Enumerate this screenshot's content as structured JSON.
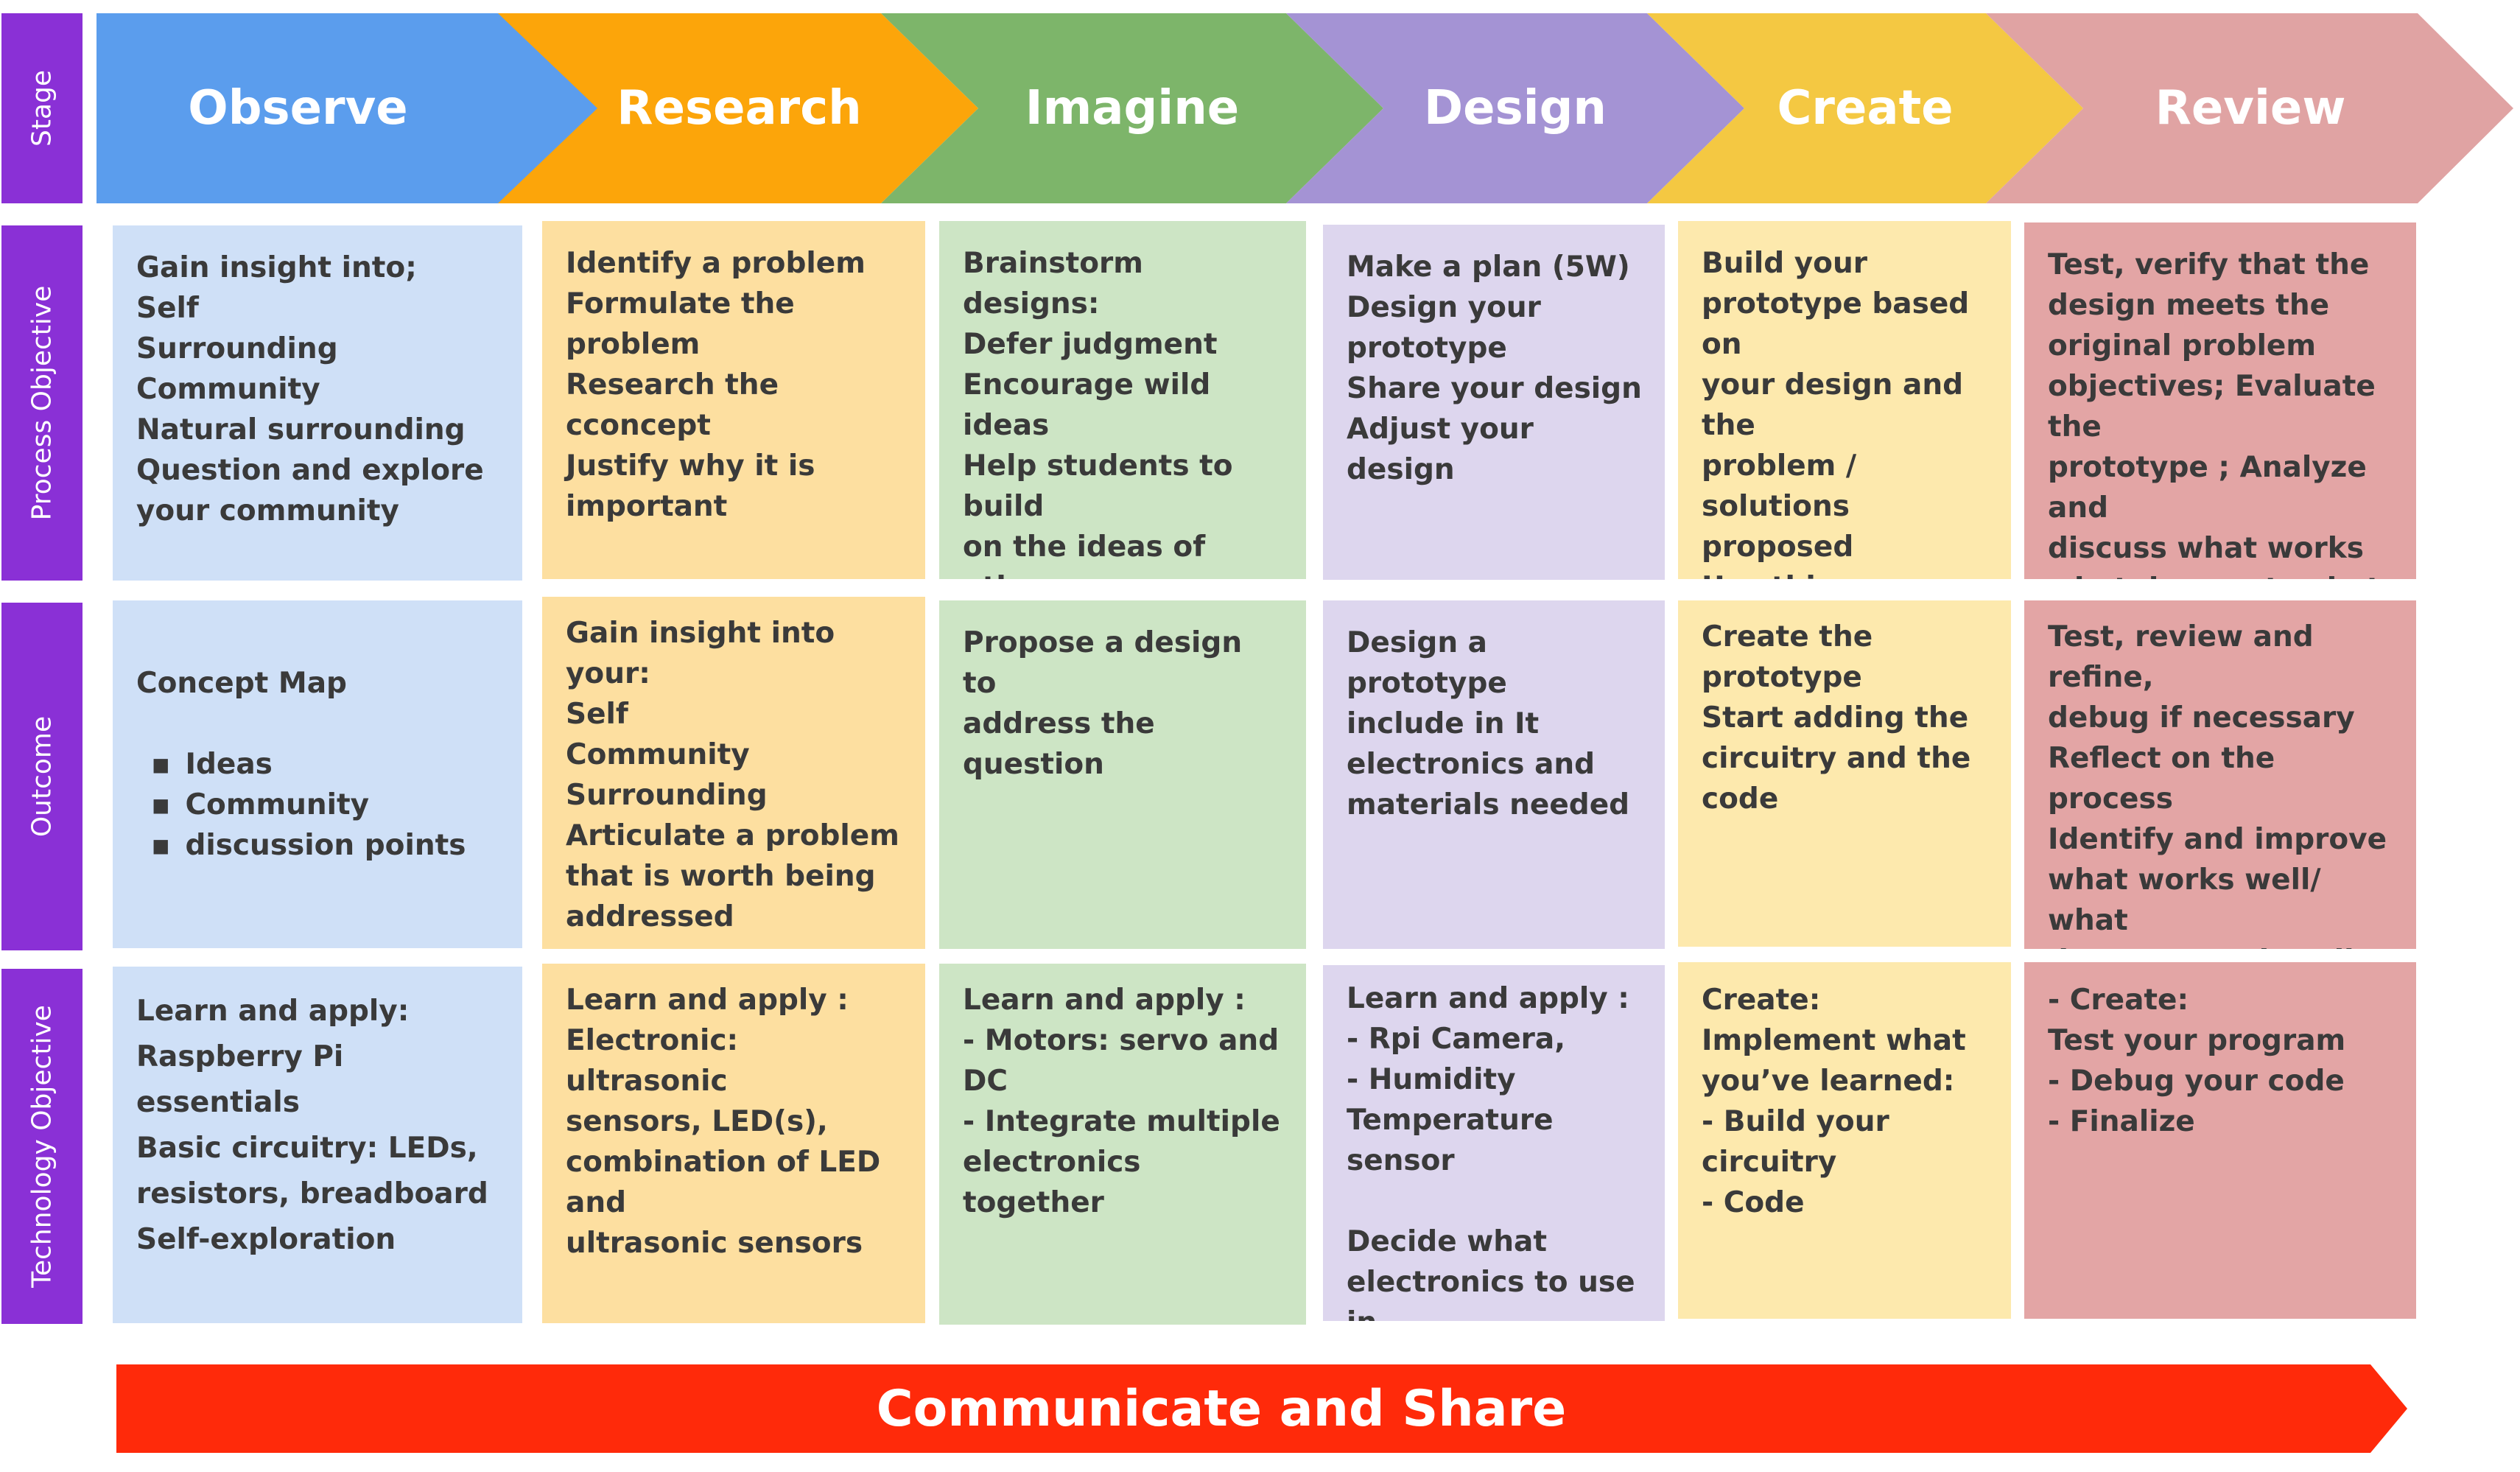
{
  "row_labels": [
    "Stage",
    "Process Objective",
    "Outcome",
    "Technology Objective"
  ],
  "stages": [
    "Observe",
    "Research",
    "Imagine",
    "Design",
    "Create",
    "Review"
  ],
  "colors": {
    "label_bg": "#8a30d6",
    "arrows": [
      "#5b9ded",
      "#fca50a",
      "#7db56a",
      "#a493d4",
      "#f4c842",
      "#e0a3a3"
    ],
    "cells": [
      "#cfe0f7",
      "#fddfa0",
      "#cde5c5",
      "#ddd6ee",
      "#fde9ad",
      "#e3a5a5"
    ],
    "banner": "#ff2a0a"
  },
  "process_objective": [
    "Gain insight into;\nSelf\nSurrounding Community\nNatural surrounding\nQuestion and  explore\nyour community",
    "Identify a problem\nFormulate  the problem\nResearch the cconcept\nJustify why it is\nimportant",
    "Brainstorm designs:\nDefer judgment\nEncourage wild ideas\nHelp students to build\non the ideas of others\nand focus on the topic;\npropose a design",
    "Make a plan (5W)\nDesign your\nprototype\nShare your design\nAdjust your design",
    "Build your\nprototype based on\nyour design and the\nproblem / solutions\nproposed\nUse things around\nyou",
    "Test, verify that the\ndesign meets the\noriginal problem\nobjectives; Evaluate the\nprototype ; Analyze and\ndiscuss what works\nwhat does not; what to\nimprove"
  ],
  "outcome": {
    "observe_title": "Concept Map",
    "observe_bullets": [
      "Ideas",
      "Community",
      "discussion points"
    ],
    "others": [
      "Gain insight into your:\nSelf\nCommunity\nSurrounding\nArticulate a problem\nthat is worth being\naddressed",
      "Propose a design to\naddress the question",
      "Design a prototype\ninclude in It\nelectronics  and\nmaterials needed",
      "Create the\nprototype\nStart adding the\ncircuitry and the\ncode",
      "Test, review and  refine,\ndebug if necessary\nReflect on the process\nIdentify and improve\nwhat works well/ what\ndoes not work well"
    ]
  },
  "technology_objective": [
    "Learn and apply:\nRaspberry Pi essentials\nBasic circuitry: LEDs,\nresistors, breadboard\nSelf-exploration",
    "Learn and apply :\nElectronic: ultrasonic\nsensors, LED(s),\ncombination of LED and\nultrasonic sensors",
    "Learn and apply :\n- Motors: servo and DC\n- Integrate multiple\nelectronics together",
    "Learn and apply :\n- Rpi Camera,\n- Humidity\nTemperature sensor\n\nDecide what\nelectronics to use in\nyour design",
    "Create:\nImplement what\nyou’ve learned:\n- Build your circuitry\n- Code",
    "- Create:\nTest your program\n- Debug your code\n- Finalize"
  ],
  "banner": "Communicate and Share"
}
